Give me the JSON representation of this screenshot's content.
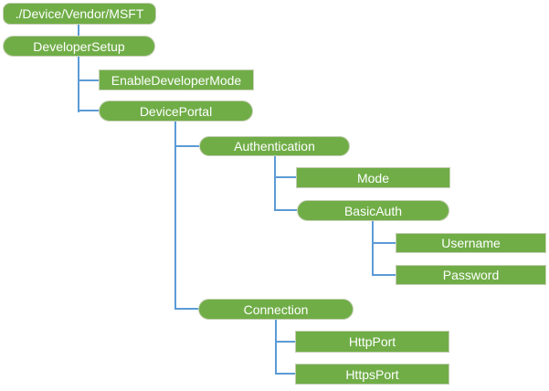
{
  "colors": {
    "node_fill": "#70AD47",
    "node_border": "#C5CFB5",
    "connector": "#5B9BD5",
    "node_text": "#FFFFFF",
    "background": "#FFFFFF"
  },
  "diagram": {
    "type": "tree",
    "root_label": "./Device/Vendor/MSFT"
  },
  "nodes": [
    {
      "label": "./Device/Vendor/MSFT",
      "shape": "rounded-rect",
      "parent": null
    },
    {
      "label": "DeveloperSetup",
      "shape": "pill",
      "parent": "./Device/Vendor/MSFT"
    },
    {
      "label": "EnableDeveloperMode",
      "shape": "rect",
      "parent": "DeveloperSetup"
    },
    {
      "label": "DevicePortal",
      "shape": "pill",
      "parent": "DeveloperSetup"
    },
    {
      "label": "Authentication",
      "shape": "pill",
      "parent": "DevicePortal"
    },
    {
      "label": "Mode",
      "shape": "rect",
      "parent": "Authentication"
    },
    {
      "label": "BasicAuth",
      "shape": "pill",
      "parent": "Authentication"
    },
    {
      "label": "Username",
      "shape": "rect",
      "parent": "BasicAuth"
    },
    {
      "label": "Password",
      "shape": "rect",
      "parent": "BasicAuth"
    },
    {
      "label": "Connection",
      "shape": "pill",
      "parent": "DevicePortal"
    },
    {
      "label": "HttpPort",
      "shape": "rect",
      "parent": "Connection"
    },
    {
      "label": "HttpsPort",
      "shape": "rect",
      "parent": "Connection"
    }
  ]
}
